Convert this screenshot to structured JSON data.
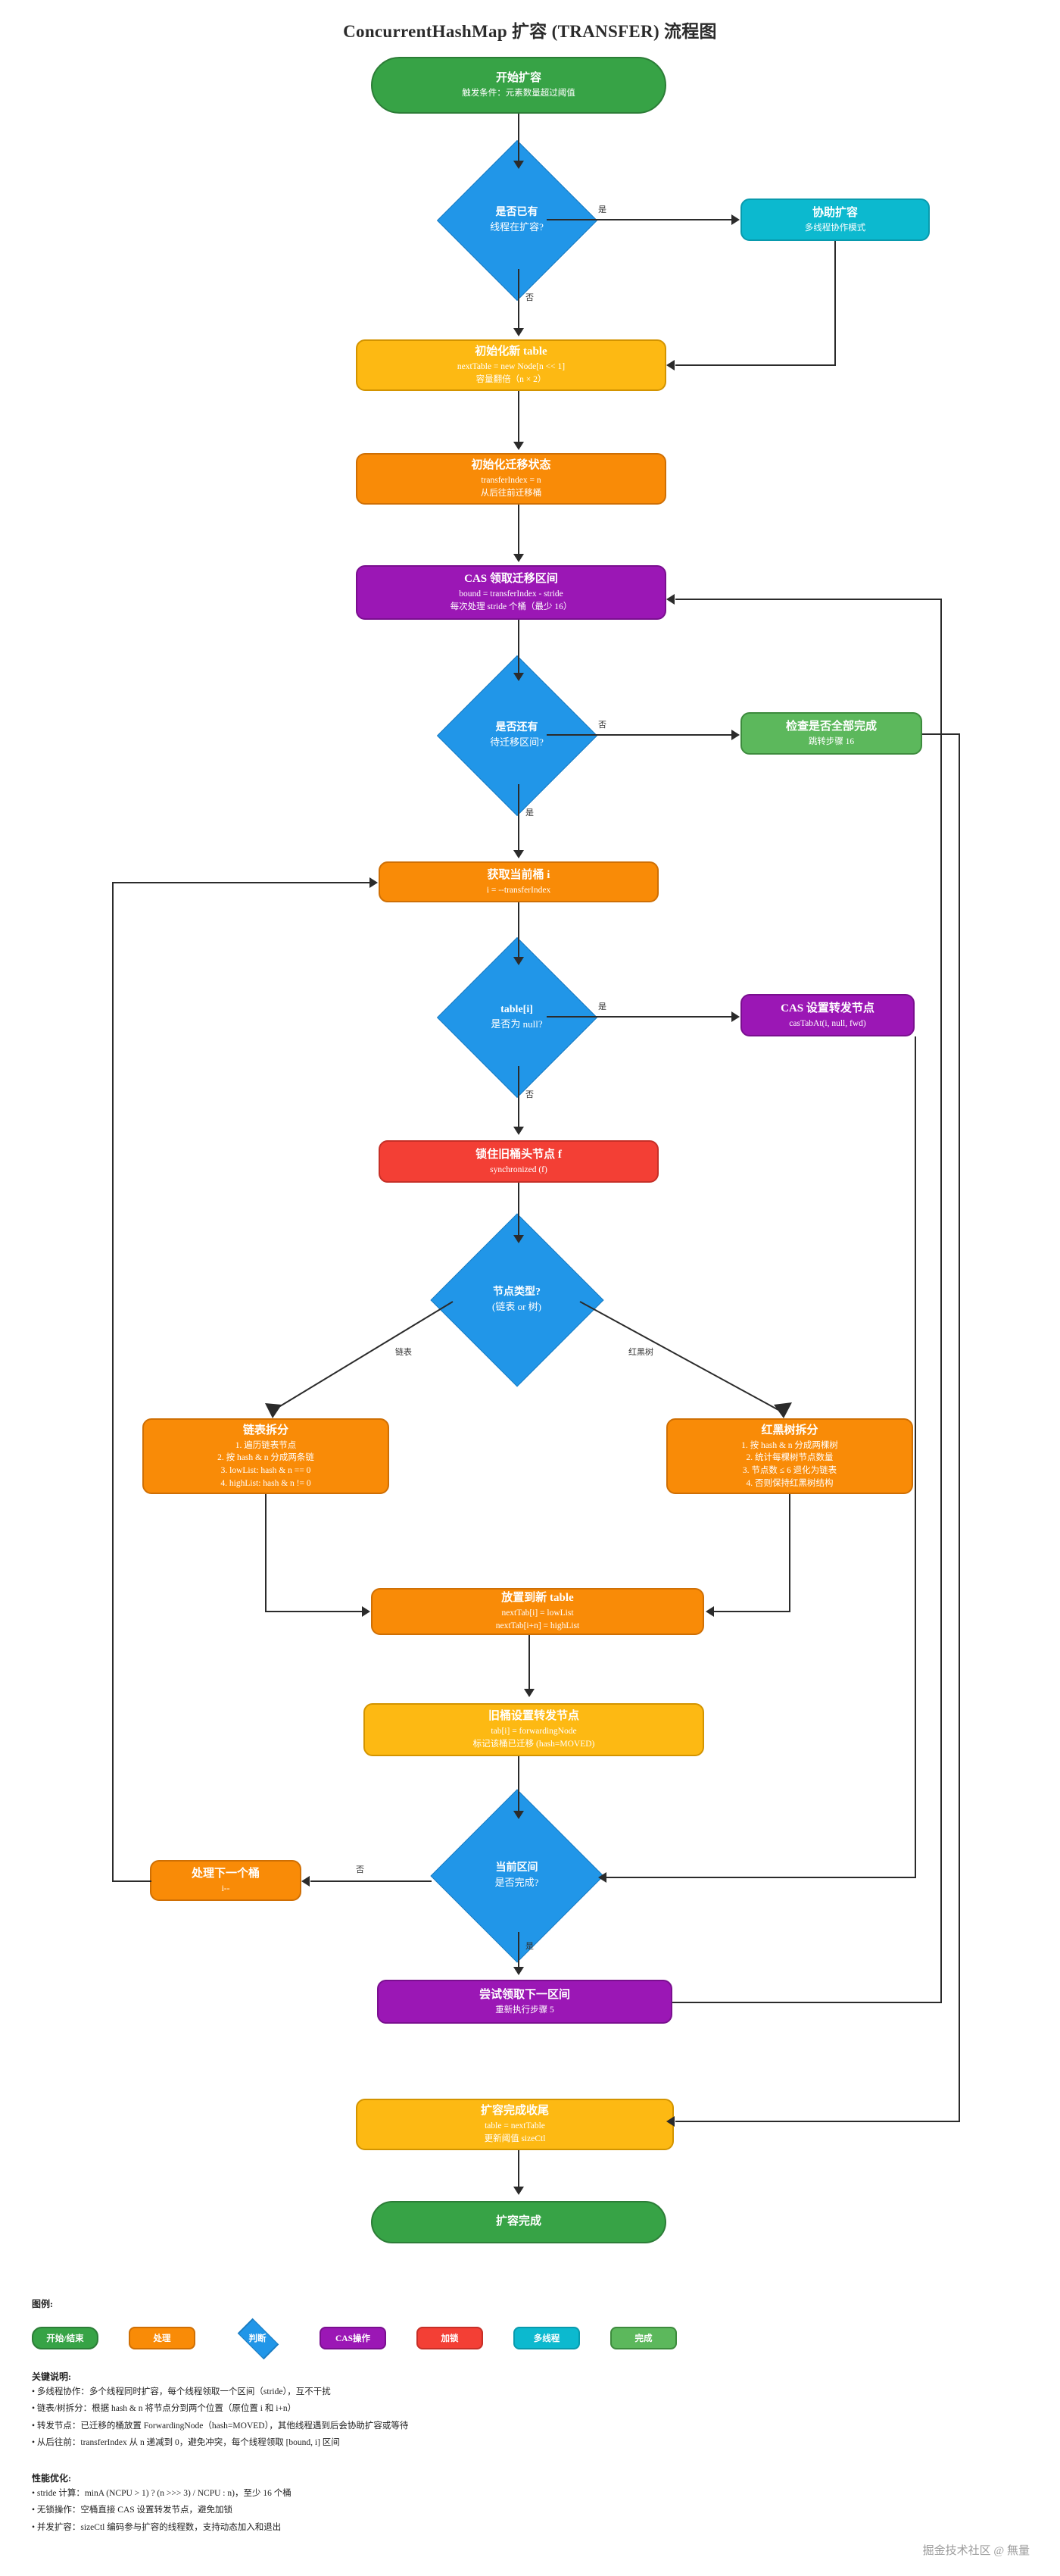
{
  "title": "ConcurrentHashMap 扩容 (TRANSFER) 流程图",
  "watermark": "掘金技术社区 @ 無量",
  "nodes": {
    "start": {
      "t1": "开始扩容",
      "t2": "触发条件：元素数量超过阈值"
    },
    "d_already": {
      "t1": "是否已有",
      "t2": "线程在扩容?"
    },
    "help": {
      "t1": "协助扩容",
      "t2": "多线程协作模式"
    },
    "init_table": {
      "t1": "初始化新 table",
      "t2": "nextTable = new Node[n << 1]",
      "t3": "容量翻倍（n × 2）"
    },
    "init_state": {
      "t1": "初始化迁移状态",
      "t2": "transferIndex = n",
      "t3": "从后往前迁移桶"
    },
    "cas_claim": {
      "t1": "CAS 领取迁移区间",
      "t2": "bound = transferIndex - stride",
      "t3": "每次处理 stride 个桶（最少 16）"
    },
    "d_remain": {
      "t1": "是否还有",
      "t2": "待迁移区间?"
    },
    "check_all": {
      "t1": "检查是否全部完成",
      "t2": "跳转步骤 16"
    },
    "get_bucket": {
      "t1": "获取当前桶 i",
      "t2": "i = --transferIndex"
    },
    "d_null": {
      "t1": "table[i]",
      "t2": "是否为 null?"
    },
    "cas_fwd": {
      "t1": "CAS 设置转发节点",
      "t2": "casTabAt(i, null, fwd)"
    },
    "lock_head": {
      "t1": "锁住旧桶头节点 f",
      "t2": "synchronized (f)"
    },
    "d_type": {
      "t1": "节点类型?",
      "t2": "(链表 or 树)"
    },
    "list_split": {
      "t1": "链表拆分",
      "lines": [
        "1. 遍历链表节点",
        "2. 按 hash & n 分成两条链",
        "3. lowList: hash & n == 0",
        "4. highList: hash & n != 0"
      ]
    },
    "tree_split": {
      "t1": "红黑树拆分",
      "lines": [
        "1. 按 hash & n 分成两棵树",
        "2. 统计每棵树节点数量",
        "3. 节点数 ≤ 6 退化为链表",
        "4. 否则保持红黑树结构"
      ]
    },
    "place_new": {
      "t1": "放置到新 table",
      "t2": "nextTab[i] = lowList",
      "t3": "nextTab[i+n] = highList"
    },
    "old_fwd": {
      "t1": "旧桶设置转发节点",
      "t2": "tab[i] = forwardingNode",
      "t3": "标记该桶已迁移 (hash=MOVED)"
    },
    "d_done": {
      "t1": "当前区间",
      "t2": "是否完成?"
    },
    "next_bucket": {
      "t1": "处理下一个桶",
      "t2": "i--"
    },
    "claim_next": {
      "t1": "尝试领取下一区间",
      "t2": "重新执行步骤 5"
    },
    "finish_up": {
      "t1": "扩容完成收尾",
      "t2": "table = nextTable",
      "t3": "更新阈值 sizeCtl"
    },
    "end": {
      "t1": "扩容完成"
    }
  },
  "edges": {
    "yes": "是",
    "no": "否",
    "list": "链表",
    "tree": "红黑树"
  },
  "legend": {
    "heading": "图例:",
    "items": [
      {
        "label": "开始/结束",
        "color": "#37a346",
        "shape": "stadium"
      },
      {
        "label": "处理",
        "color": "#f98b07",
        "shape": "rounded"
      },
      {
        "label": "判断",
        "color": "#2196e8",
        "shape": "diamond"
      },
      {
        "label": "CAS操作",
        "color": "#9b17b5",
        "shape": "rounded"
      },
      {
        "label": "加锁",
        "color": "#f33f35",
        "shape": "rounded"
      },
      {
        "label": "多线程",
        "color": "#0cb9cf",
        "shape": "rounded"
      },
      {
        "label": "完成",
        "color": "#5cb85c",
        "shape": "rounded"
      }
    ]
  },
  "key_notes": {
    "heading": "关键说明:",
    "items": [
      "• 多线程协作：多个线程同时扩容，每个线程领取一个区间（stride），互不干扰",
      "• 链表/树拆分：根据 hash & n 将节点分到两个位置（原位置 i 和 i+n）",
      "• 转发节点：已迁移的桶放置 ForwardingNode（hash=MOVED），其他线程遇到后会协助扩容或等待",
      "• 从后往前：transferIndex 从 n 递减到 0，避免冲突，每个线程领取 [bound, i] 区间"
    ]
  },
  "perf_notes": {
    "heading": "性能优化:",
    "items": [
      "• stride 计算：minA (NCPU > 1) ? (n >>> 3) / NCPU : n)，至少 16 个桶",
      "• 无锁操作：空桶直接 CAS 设置转发节点，避免加锁",
      "• 并发扩容：sizeCtl 编码参与扩容的线程数，支持动态加入和退出"
    ]
  }
}
